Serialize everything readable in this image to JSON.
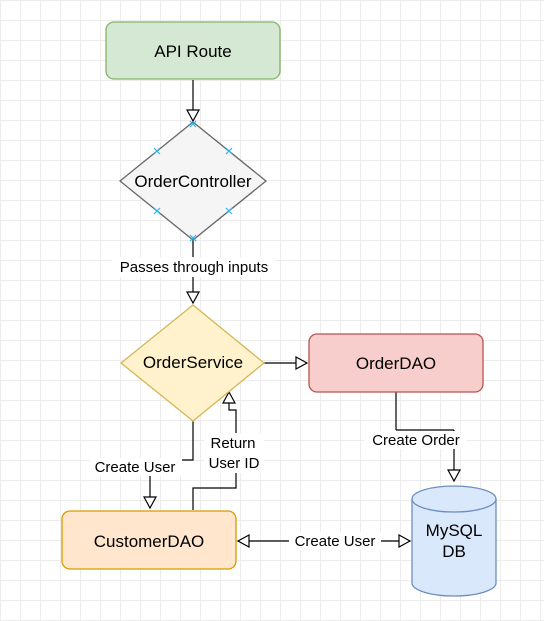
{
  "nodes": {
    "api_route": {
      "label": "API Route",
      "fill": "#d5e8d4",
      "stroke": "#82b366"
    },
    "order_controller": {
      "label": "OrderController",
      "fill": "#f5f5f5",
      "stroke": "#666666"
    },
    "order_service": {
      "label": "OrderService",
      "fill": "#fff2cc",
      "stroke": "#d6b656"
    },
    "order_dao": {
      "label": "OrderDAO",
      "fill": "#f8cecc",
      "stroke": "#b85450"
    },
    "customer_dao": {
      "label": "CustomerDAO",
      "fill": "#ffe6cc",
      "stroke": "#d79b00"
    },
    "mysql_db": {
      "label_line1": "MySQL",
      "label_line2": "DB",
      "fill": "#dae8fc",
      "stroke": "#6c8ebf"
    }
  },
  "edges": {
    "passes_through": "Passes through inputs",
    "create_user_down": "Create User",
    "return_user_id_line1": "Return",
    "return_user_id_line2": "User ID",
    "create_order": "Create Order",
    "create_user_db": "Create User"
  },
  "selection_color": "#29b6f2"
}
